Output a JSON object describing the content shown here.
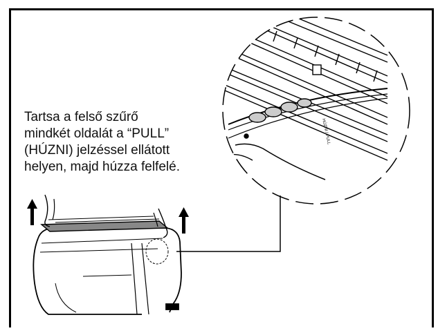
{
  "instruction": {
    "text": "Tartsa a felső szűrő\nmindkét oldalát a “PULL”\n(HÚZNI) jelzéssel ellátott\nhelyen, majd húzza felfelé."
  },
  "detail": {
    "pull_label": "HÚZNI / PULL"
  },
  "arrows": {
    "direction": "up",
    "color": "#000000"
  }
}
